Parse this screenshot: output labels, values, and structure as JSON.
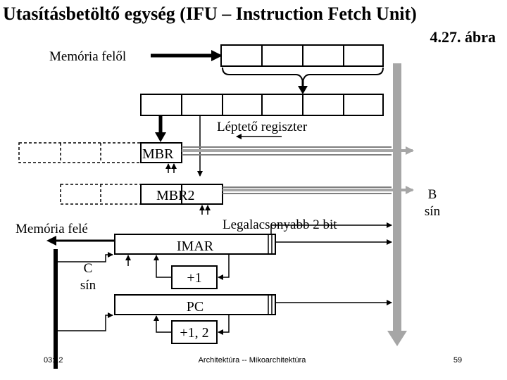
{
  "slide": {
    "title": "Utasításbetöltő egység (IFU – Instruction Fetch Unit)",
    "figure_ref": "4.27. ábra",
    "footer_left": "03:12",
    "footer_center": "Architektúra -- Mikoarchitektúra",
    "footer_right": "59"
  },
  "labels": {
    "memory_from": "Memória felől",
    "shift_register": "Léptető regiszter",
    "mbr": "MBR",
    "mbr2": "MBR2",
    "lowest_2_bits": "Legalacsonyabb 2 bit",
    "memory_to": "Memória felé",
    "imar": "IMAR",
    "plus_one": "+1",
    "pc": "PC",
    "plus_one_two": "+1, 2",
    "c_bus_1": "C",
    "c_bus_2": "sín",
    "b_bus_1": "B",
    "b_bus_2": "sín"
  },
  "colors": {
    "line": "#000000",
    "bus_gray": "#a6a6a6",
    "bus_outline": "#7f7f7f",
    "background": "#ffffff"
  }
}
